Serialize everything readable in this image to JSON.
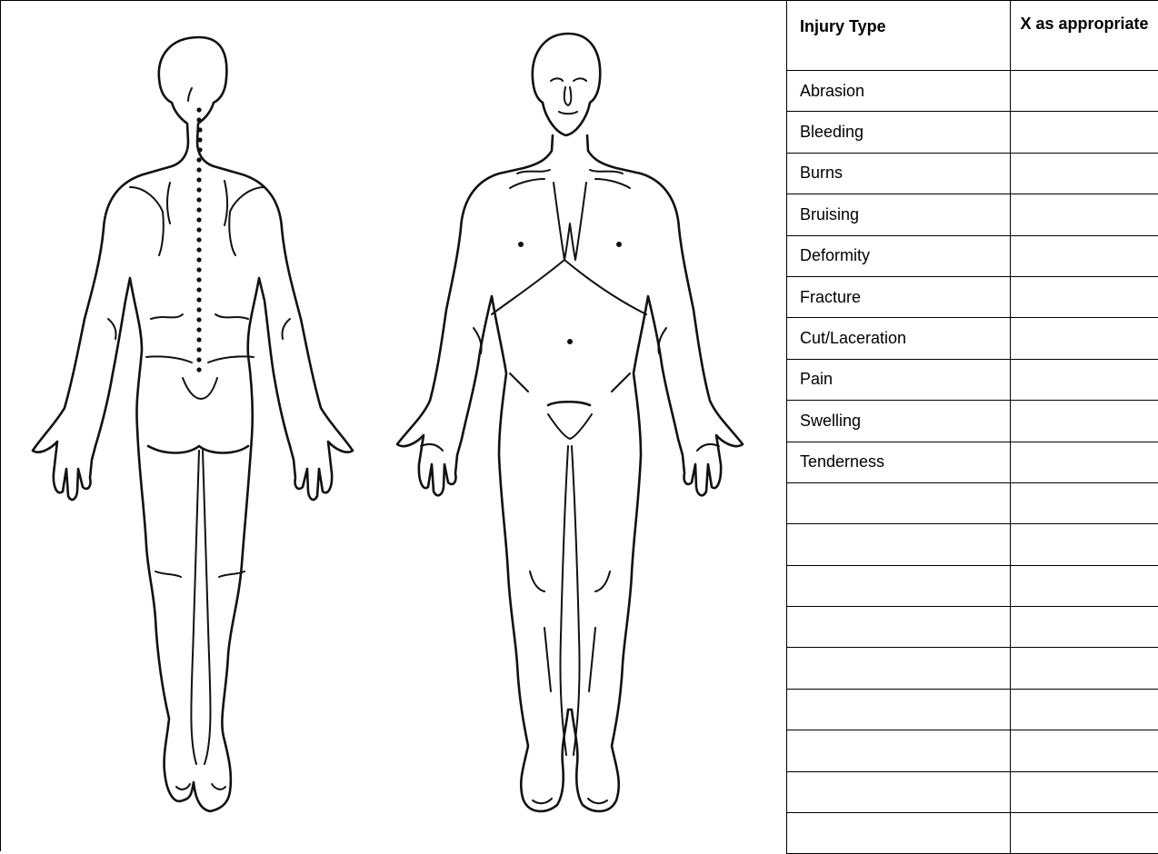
{
  "table": {
    "header_type": "Injury Type",
    "header_mark": "X as appropriate",
    "rows": [
      {
        "label": "Abrasion",
        "mark": ""
      },
      {
        "label": "Bleeding",
        "mark": ""
      },
      {
        "label": "Burns",
        "mark": ""
      },
      {
        "label": "Bruising",
        "mark": ""
      },
      {
        "label": "Deformity",
        "mark": ""
      },
      {
        "label": "Fracture",
        "mark": ""
      },
      {
        "label": "Cut/Laceration",
        "mark": ""
      },
      {
        "label": "Pain",
        "mark": ""
      },
      {
        "label": "Swelling",
        "mark": ""
      },
      {
        "label": "Tenderness",
        "mark": ""
      },
      {
        "label": "",
        "mark": ""
      },
      {
        "label": "",
        "mark": ""
      },
      {
        "label": "",
        "mark": ""
      },
      {
        "label": "",
        "mark": ""
      },
      {
        "label": "",
        "mark": ""
      },
      {
        "label": "",
        "mark": ""
      },
      {
        "label": "",
        "mark": ""
      },
      {
        "label": "",
        "mark": ""
      },
      {
        "label": "",
        "mark": ""
      }
    ]
  },
  "diagram": {
    "figures": [
      "body-back-view",
      "body-front-view"
    ]
  }
}
